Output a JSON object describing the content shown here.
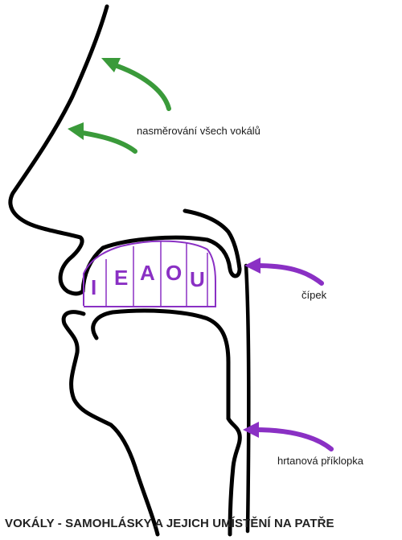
{
  "labels": {
    "vowel_direction": "nasměrování všech vokálů",
    "uvula": "čípek",
    "epiglottis": "hrtanová příklopka"
  },
  "vowels": [
    "I",
    "E",
    "A",
    "O",
    "U"
  ],
  "caption": "VOKÁLY - SAMOHLÁSKY A JEJICH UMÍSTĚNÍ NA PATŘE",
  "colors": {
    "outline": "#000000",
    "green_arrow": "#3a9a3a",
    "purple": "#8a30c4"
  }
}
